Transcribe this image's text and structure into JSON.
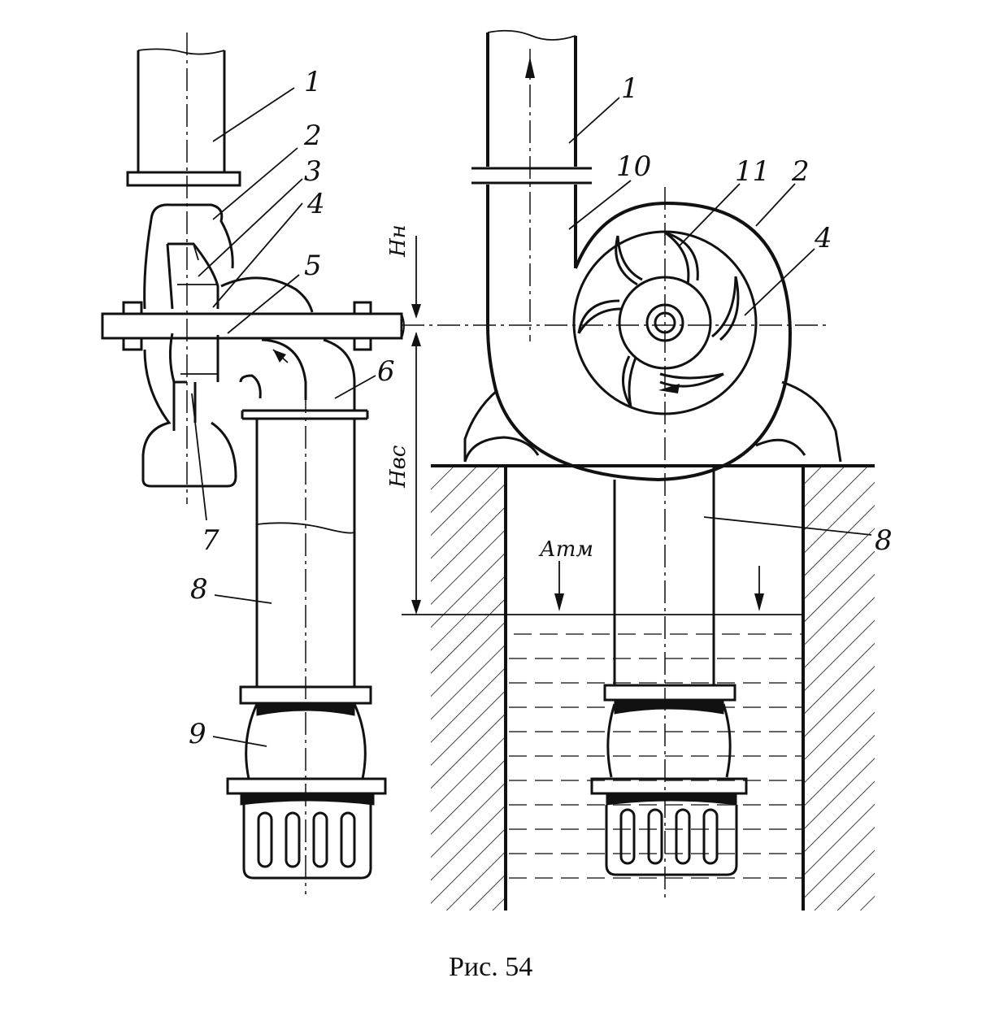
{
  "caption": "Рис. 54",
  "left_view_labels": {
    "l1": "1",
    "l2": "2",
    "l3": "3",
    "l4": "4",
    "l5": "5",
    "l6": "6",
    "l7": "7",
    "l8": "8",
    "l9": "9"
  },
  "right_view_labels": {
    "r1": "1",
    "r10": "10",
    "r11": "11",
    "r2": "2",
    "r4": "4",
    "r8": "8"
  },
  "dimensions": {
    "discharge_head": "Нн",
    "suction_head": "Нвс",
    "atmosphere": "Атм"
  }
}
